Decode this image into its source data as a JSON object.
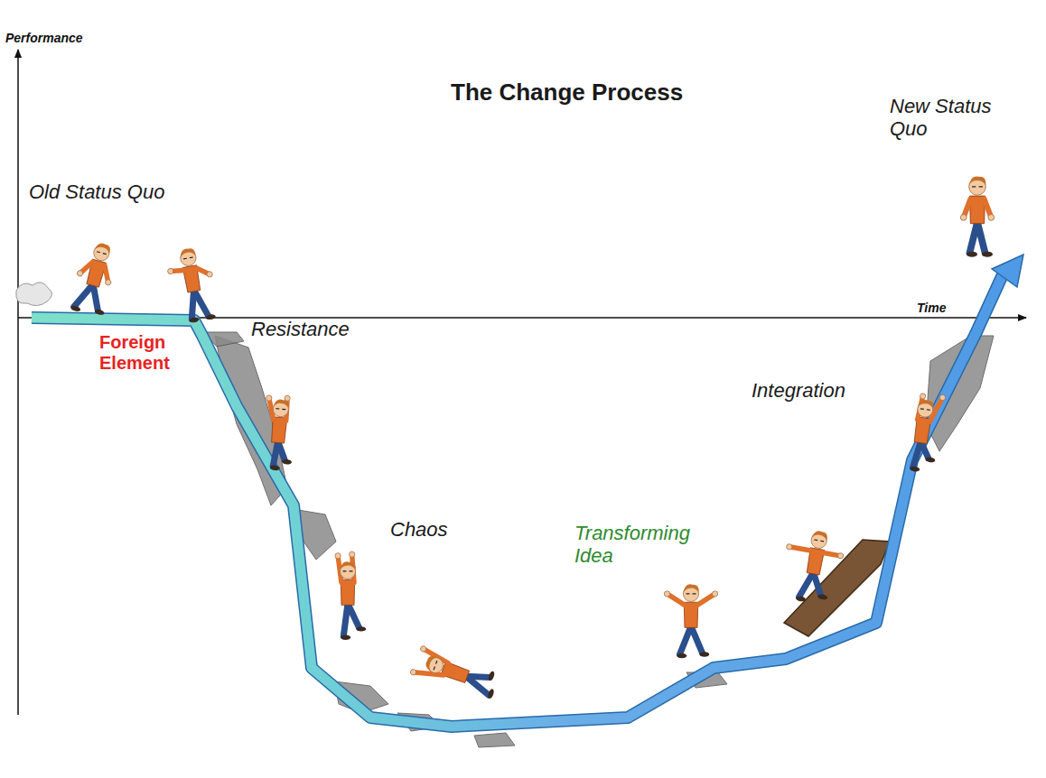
{
  "diagram": {
    "title": "The Change Process",
    "labels": [
      "Performance",
      "Time",
      "Old Status Quo",
      "Foreign Element",
      "Resistance",
      "Chaos",
      "Transforming Idea",
      "Integration",
      "New Status Quo"
    ]
  }
}
